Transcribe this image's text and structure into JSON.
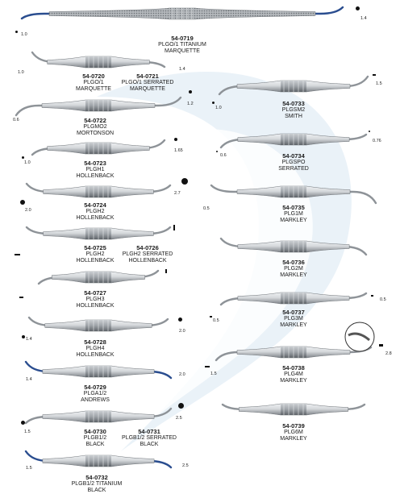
{
  "colors": {
    "steel_light": "#d6d9dc",
    "steel_dark": "#7d8287",
    "handle_mid": "#9ea3a8",
    "titanium_blue": "#2a4d8f",
    "watermark": "#cfe0ef"
  },
  "instruments": [
    {
      "id": "i0719",
      "code": "54-0719",
      "lines": [
        "PLGO/1 TITANIUM",
        "MARQUETTE"
      ],
      "sizes": [
        "1.0",
        "1.4"
      ],
      "tips": "blue",
      "knurled": true
    },
    {
      "id": "i0720",
      "code": "54-0720",
      "lines": [
        "PLGO/1",
        "MARQUETTE"
      ],
      "sizes": [
        "1.0",
        "1.4"
      ]
    },
    {
      "id": "i0721",
      "code": "54-0721",
      "lines": [
        "PLGO/1 SERRATED",
        "MARQUETTE"
      ]
    },
    {
      "id": "i0722",
      "code": "54-0722",
      "lines": [
        "PLGMO2",
        "MORTONSON"
      ],
      "sizes": [
        "0.6",
        "1.2"
      ]
    },
    {
      "id": "i0723",
      "code": "54-0723",
      "lines": [
        "PLGH1",
        "HOLLENBACK"
      ],
      "sizes": [
        "1.0",
        "1.65"
      ]
    },
    {
      "id": "i0724",
      "code": "54-0724",
      "lines": [
        "PLGH2",
        "HOLLENBACK"
      ],
      "sizes": [
        "2.0",
        "2.7"
      ]
    },
    {
      "id": "i0725",
      "code": "54-0725",
      "lines": [
        "PLGH2",
        "HOLLENBACK"
      ]
    },
    {
      "id": "i0726",
      "code": "54-0726",
      "lines": [
        "PLGH2 SERRATED",
        "HOLLENBACK"
      ]
    },
    {
      "id": "i0727",
      "code": "54-0727",
      "lines": [
        "PLGH3",
        "HOLLENBACK"
      ]
    },
    {
      "id": "i0728",
      "code": "54-0728",
      "lines": [
        "PLGH4",
        "HOLLENBACK"
      ],
      "sizes": [
        "1.4",
        "2.0"
      ]
    },
    {
      "id": "i0729",
      "code": "54-0729",
      "lines": [
        "PLGA1/2",
        "ANDREWS"
      ],
      "sizes": [
        "1.4",
        "2.0"
      ],
      "tips": "blue"
    },
    {
      "id": "i0730",
      "code": "54-0730",
      "lines": [
        "PLGB1/2",
        "BLACK"
      ],
      "sizes": [
        "1.5",
        "2.5"
      ]
    },
    {
      "id": "i0731",
      "code": "54-0731",
      "lines": [
        "PLGB1/2 SERRATED",
        "BLACK"
      ]
    },
    {
      "id": "i0732",
      "code": "54-0732",
      "lines": [
        "PLGB1/2 TITANIUM",
        "BLACK"
      ],
      "sizes": [
        "1.5",
        "2.5"
      ],
      "tips": "blue"
    },
    {
      "id": "i0733",
      "code": "54-0733",
      "lines": [
        "PLGSM2",
        "SMITH"
      ],
      "sizes": [
        "1.0",
        "1.5"
      ]
    },
    {
      "id": "i0734",
      "code": "54-0734",
      "lines": [
        "PLGSPO",
        "SERRATED"
      ],
      "sizes": [
        "0.6",
        "0.76"
      ]
    },
    {
      "id": "i0735",
      "code": "54-0735",
      "lines": [
        "PLG1M",
        "MARKLEY"
      ],
      "sizes": [
        "0.5"
      ]
    },
    {
      "id": "i0736",
      "code": "54-0736",
      "lines": [
        "PLG2M",
        "MARKLEY"
      ]
    },
    {
      "id": "i0737",
      "code": "54-0737",
      "lines": [
        "PLG3M",
        "MARKLEY"
      ],
      "sizes": [
        "0.5",
        "0.5"
      ]
    },
    {
      "id": "i0738",
      "code": "54-0738",
      "lines": [
        "PLG4M",
        "MARKLEY"
      ],
      "sizes": [
        "1.5",
        "2.8"
      ]
    },
    {
      "id": "i0739",
      "code": "54-0739",
      "lines": [
        "PLG6M",
        "MARKLEY"
      ]
    }
  ]
}
